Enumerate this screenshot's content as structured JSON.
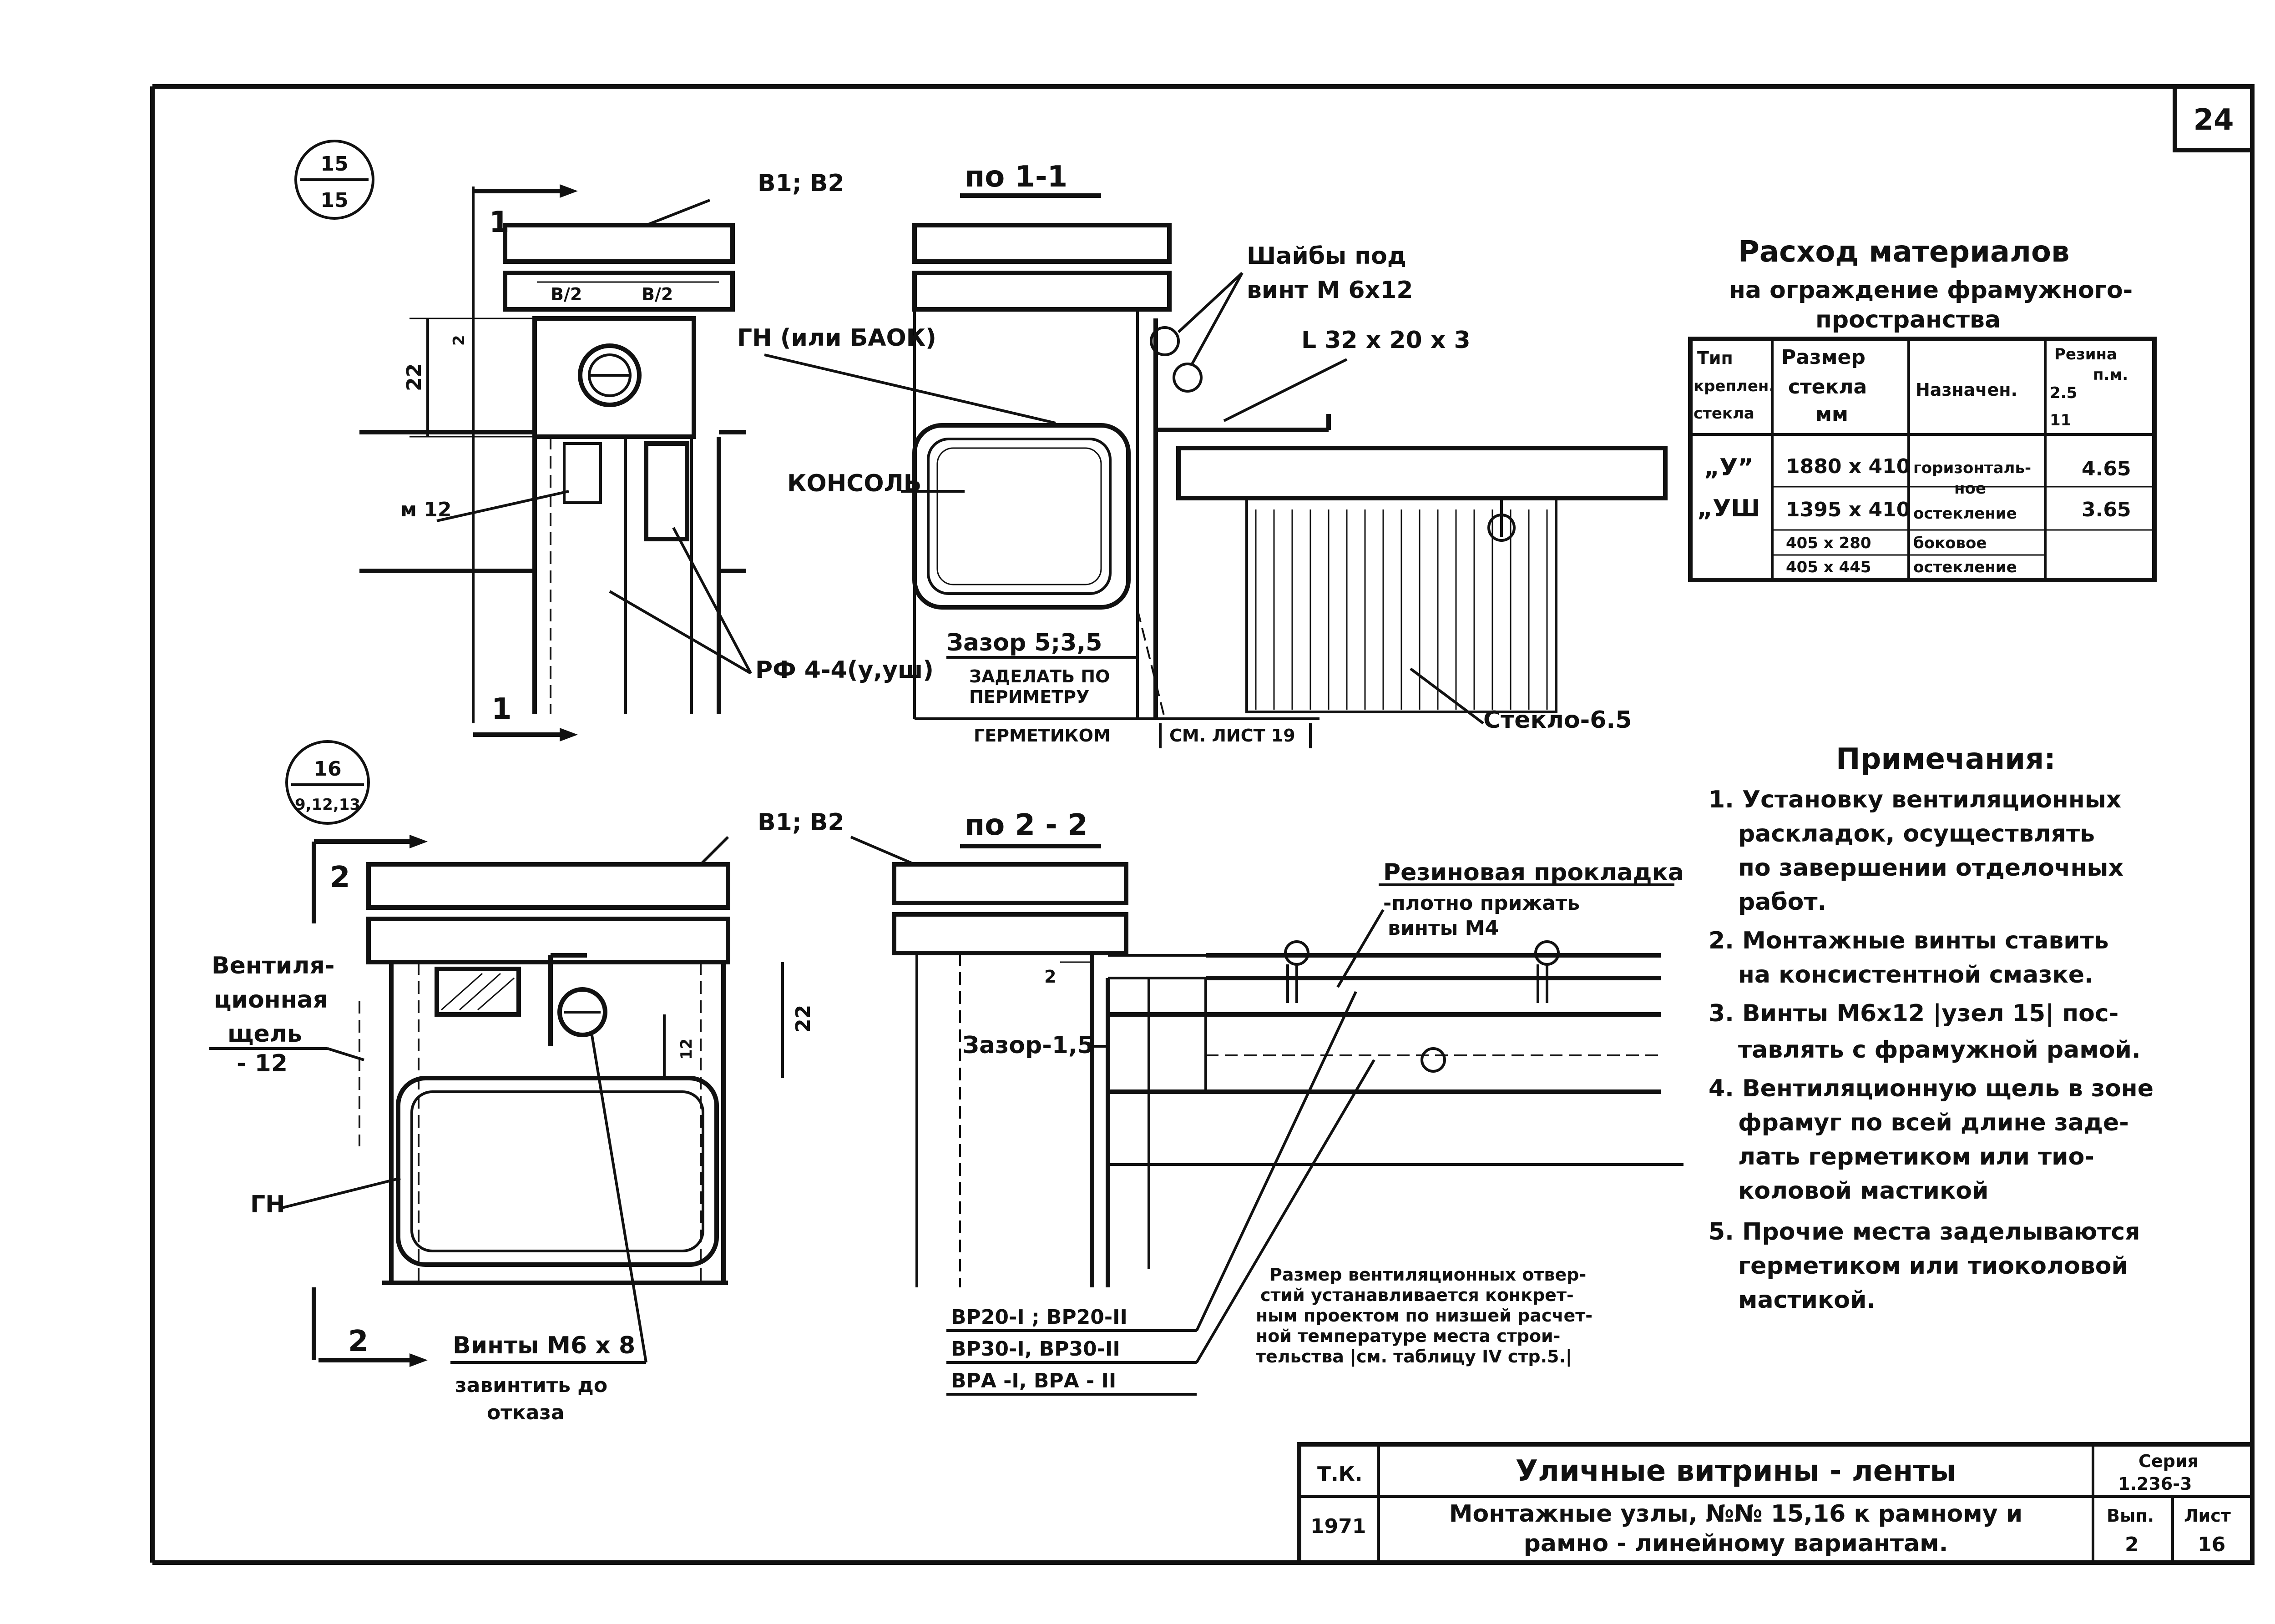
{
  "sheet_number": "24",
  "node15": {
    "marker_top": "15",
    "marker_bottom": "15",
    "label_b1b2": "B1; B2",
    "label_b2_left": "B/2",
    "label_b2_right": "B/2",
    "dim_22": "22",
    "dim_2": "2",
    "label_gn": "ГН (или БАОК)",
    "label_m12": "м 12",
    "label_pf": "РФ 4-4(у,уш)",
    "section_mark": "1"
  },
  "section11": {
    "title": "по 1-1",
    "washers_line1": "Шайбы под",
    "washers_line2": "винт М 6х12",
    "angle": "L 32 х 20 х 3",
    "console": "КОНСОЛЬ",
    "gap": "Зазор 5;3,5",
    "seal_line1": "ЗАДЕЛАТЬ ПО",
    "seal_line2": "ПЕРИМЕТРУ",
    "sealant": "ГЕРМЕТИКОМ",
    "see_sheet": "СМ. ЛИСТ 19",
    "glass": "Стекло-6.5"
  },
  "table": {
    "title_line1": "Расход материалов",
    "title_line2": "на ограждение фрамужного-",
    "title_line3": "пространства",
    "headers": {
      "type_line1": "Тип",
      "type_line2": "креплен.",
      "type_line3": "стекла",
      "size_line1": "Размер",
      "size_line2": "стекла",
      "size_line3": "мм",
      "purpose": "Назначен.",
      "rubber_line1": "Резина",
      "rubber_line2": "п.м.",
      "rubber_a": "2.5",
      "rubber_b": "11"
    },
    "rows": [
      {
        "type": "„У”",
        "size": "1880 х 410",
        "purpose_line1": "горизонталь-",
        "purpose_line2": "ное",
        "rubber": "4.65"
      },
      {
        "type": "„УШ",
        "size": "1395 х 410",
        "purpose_line1": "остекление",
        "purpose_line2": "",
        "rubber": "3.65"
      },
      {
        "type": "",
        "size": "405 х 280",
        "purpose_line1": "боковое",
        "purpose_line2": "",
        "rubber": ""
      },
      {
        "type": "",
        "size": "405 х 445",
        "purpose_line1": "остекление",
        "purpose_line2": "",
        "rubber": ""
      }
    ]
  },
  "notes": {
    "title": "Примечания:",
    "items": [
      "1. Установку вентиляционных",
      "раскладок, осуществлять",
      "по завершении отделочных",
      "работ.",
      "2. Монтажные винты ставить",
      "на консистентной смазке.",
      "3. Винты М6х12 |узел 15| пос-",
      "тавлять с фрамужной рамой.",
      "4. Вентиляционную щель в зоне",
      "фрамуг по всей длине заде-",
      "лать герметиком или тио-",
      "коловой мастикой",
      "5. Прочие места заделываются",
      "герметиком или тиоколовой",
      "мастикой."
    ]
  },
  "node16": {
    "marker_top": "16",
    "marker_bottom": "9,12,13",
    "label_b1b2": "B1; B2",
    "vent_line1": "Вентиля-",
    "vent_line2": "ционная",
    "vent_line3": "щель",
    "vent_dim": "- 12",
    "label_gn": "ГН",
    "dim_22": "22",
    "dim_12": "12",
    "section_mark": "2",
    "screws_line1": "Винты М6 х 8",
    "screws_line2": "завинтить до",
    "screws_line3": "отказа"
  },
  "section22": {
    "title": "по 2 - 2",
    "gasket": "Резиновая прокладка",
    "press_line1": "-плотно прижать",
    "press_line2": "винты М4",
    "dim_2": "2",
    "gap": "Зазор-1,5",
    "vr1": "ВР20-I ; ВР20-II",
    "vr2": "ВР30-I, ВР30-II",
    "vr3": "ВРА -I, ВРА - II",
    "vent_note": [
      "Размер вентиляционных отвер-",
      "стий устанавливается конкрет-",
      "ным проектом по низшей расчет-",
      "ной температуре места строи-",
      "тельства |см. таблицу IV стр.5.|"
    ]
  },
  "title_block": {
    "tk": "Т.К.",
    "year": "1971",
    "title": "Уличные витрины - ленты",
    "subtitle_line1": "Монтажные узлы, №№ 15,16 к рамному и",
    "subtitle_line2": "рамно - линейному вариантам.",
    "series_label": "Серия",
    "series_value": "1.236-3",
    "issue_label": "Вып.",
    "issue_value": "2",
    "sheet_label": "Лист",
    "sheet_value": "16"
  }
}
